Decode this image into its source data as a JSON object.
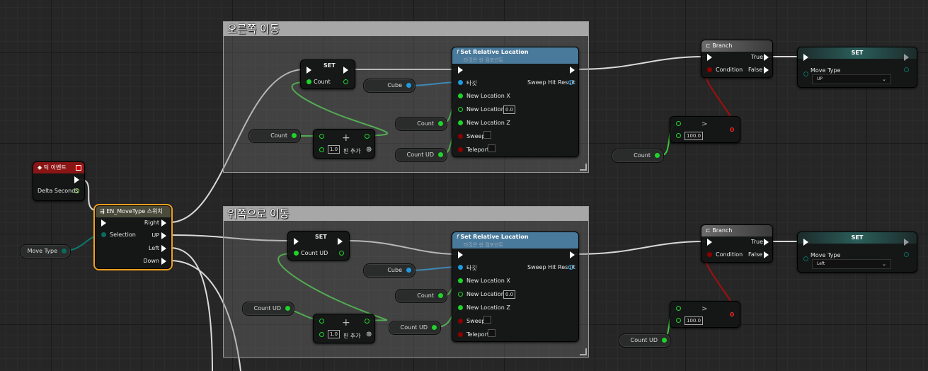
{
  "comments": {
    "right_move": "오른쪽 이동",
    "up_move": "위쪽으로 이동"
  },
  "tick_event": {
    "title": "틱 이벤트",
    "delta_seconds": "Delta Seconds"
  },
  "switch_node": {
    "title": "EN_MoveType 스위치",
    "selection": "Selection",
    "outputs": [
      "Right",
      "UP",
      "Left",
      "Down"
    ]
  },
  "move_type_var": "Move Type",
  "top": {
    "set_node": {
      "title": "SET",
      "pin": "Count"
    },
    "cube_var": "Cube",
    "count_var_a": "Count",
    "count_var_b": "Count",
    "count_ud_var": "Count UD",
    "add_node": {
      "value": "1.0",
      "add_pin": "핀 추가"
    },
    "set_rel": {
      "title": "Set Relative Location",
      "subtitle": "타깃은 씬 컴포넌트",
      "target": "타깃",
      "sweep_hit": "Sweep Hit Result",
      "x": "New Location X",
      "y": "New Location Y",
      "y_value": "0.0",
      "z": "New Location Z",
      "sweep": "Sweep",
      "teleport": "Teleport"
    },
    "branch": {
      "title": "Branch",
      "true": "True",
      "false": "False",
      "condition": "Condition"
    },
    "set_enum": {
      "title": "SET",
      "pin": "Move Type",
      "value": "UP"
    },
    "compare": {
      "value": "100.0"
    },
    "count_var_c": "Count"
  },
  "bottom": {
    "set_node": {
      "title": "SET",
      "pin": "Count UD"
    },
    "cube_var": "Cube",
    "count_var": "Count",
    "count_ud_var_a": "Count UD",
    "count_ud_var_b": "Count UD",
    "add_node": {
      "value": "1.0",
      "add_pin": "핀 추가"
    },
    "set_rel": {
      "title": "Set Relative Location",
      "subtitle": "타깃은 씬 컴포넌트",
      "target": "타깃",
      "sweep_hit": "Sweep Hit Result",
      "x": "New Location X",
      "y": "New Location Y",
      "y_value": "0.0",
      "z": "New Location Z",
      "sweep": "Sweep",
      "teleport": "Teleport"
    },
    "branch": {
      "title": "Branch",
      "true": "True",
      "false": "False",
      "condition": "Condition"
    },
    "set_enum": {
      "title": "SET",
      "pin": "Move Type",
      "value": "Left"
    },
    "compare": {
      "value": "100.0"
    },
    "count_ud_var_c": "Count UD"
  },
  "colors": {
    "exec": "#ffffff",
    "int_pin": "#1fd32a",
    "object_pin": "#1d9ae0",
    "bool_pin": "#8c0000",
    "enum_pin": "#0a6b5e",
    "func_header": "#4a7a9b",
    "branch_header": "#666666",
    "event_header": "#8a1515",
    "switch_header": "#4b4b3c"
  },
  "icons": {
    "function": "function-icon",
    "branch": "branch-icon",
    "event": "event-icon",
    "switch": "switch-icon"
  }
}
